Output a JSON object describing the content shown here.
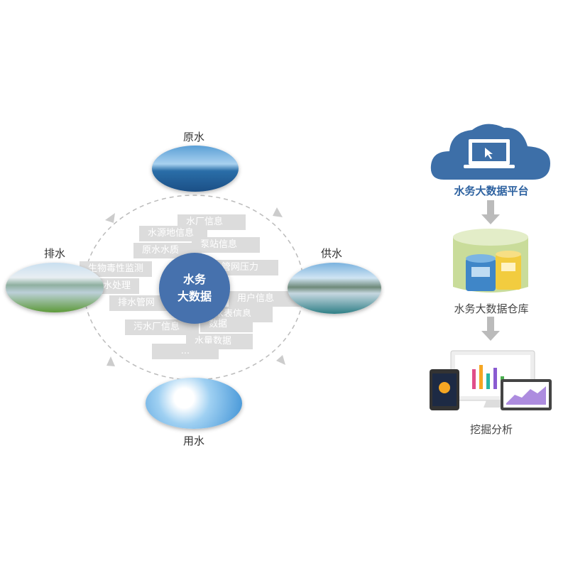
{
  "cycle": {
    "nodes": [
      "原水",
      "供水",
      "用水",
      "排水"
    ],
    "center": [
      "水务",
      "大数据"
    ],
    "tags": [
      "水厂信息",
      "水源地信息",
      "泵站信息",
      "原水水质",
      "生物毒性监测",
      "管网压力",
      "污水处理",
      "用户信息",
      "排水管网",
      "水表信息",
      "污水厂信息",
      "数据",
      "水量数据",
      "..."
    ]
  },
  "platform": {
    "cloud_label": "水务大数据平台",
    "warehouse_label": "水务大数据仓库",
    "analysis_label": "挖掘分析"
  },
  "colors": {
    "accent": "#4671ad",
    "cloud": "#3d6fa8",
    "tag": "#dcdcdc"
  }
}
